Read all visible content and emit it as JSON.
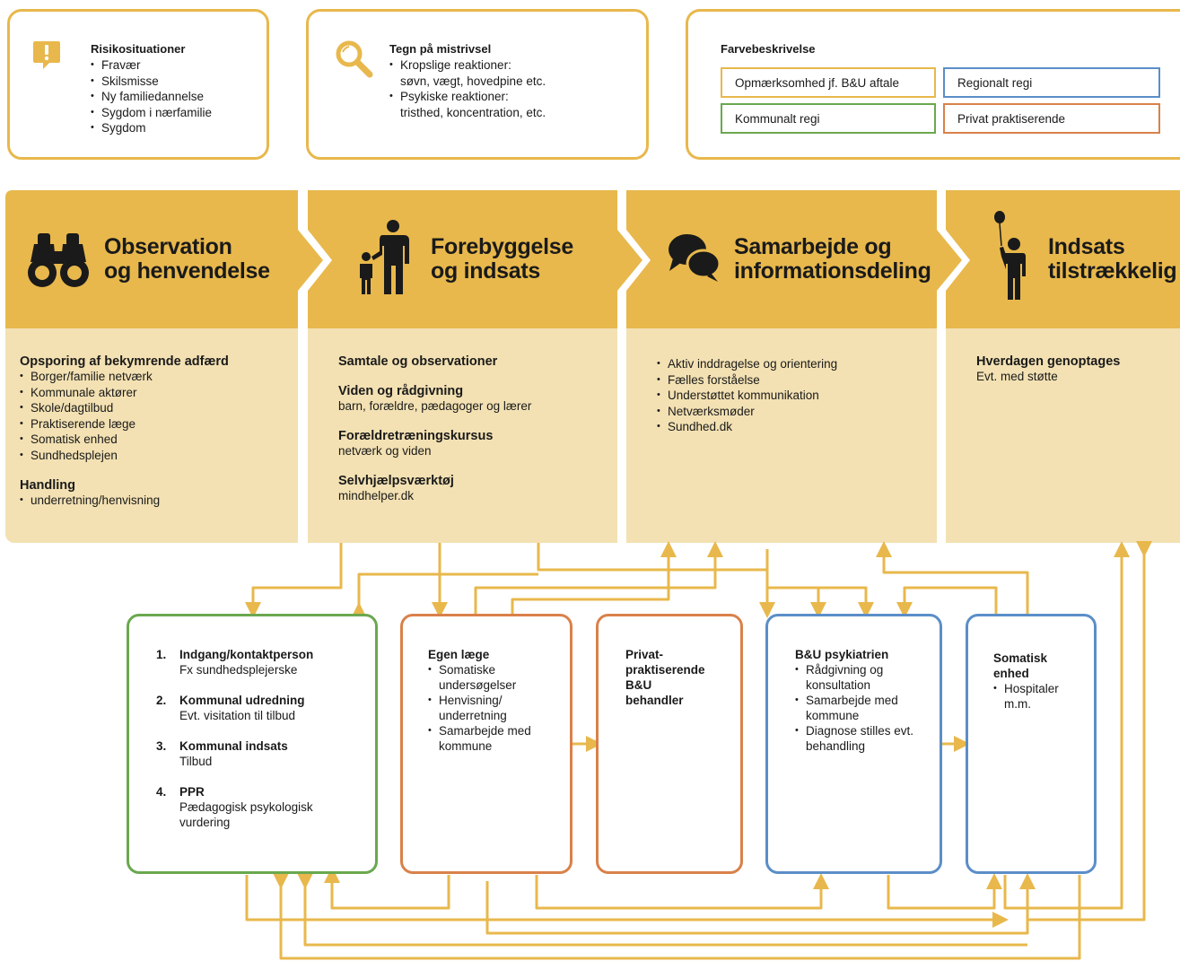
{
  "colors": {
    "accent": "#e8b84c",
    "light": "#f3e1b3",
    "green": "#6aa84f",
    "blue": "#5b8ec8",
    "orange": "#d9814a"
  },
  "risk": {
    "title": "Risikosituationer",
    "items": [
      "Fravær",
      "Skilsmisse",
      "Ny familiedannelse",
      "Sygdom i nærfamilie",
      "Sygdom"
    ],
    "icon": "warning-icon"
  },
  "signs": {
    "title": "Tegn på mistrivsel",
    "items": [
      {
        "label": "Kropslige reaktioner:",
        "detail": "søvn, vægt, hovedpine etc."
      },
      {
        "label": "Psykiske reaktioner:",
        "detail": "tristhed, koncentration, etc."
      }
    ],
    "icon": "magnifier-icon"
  },
  "legend": {
    "title": "Farvebeskrivelse",
    "items": [
      {
        "label": "Opmærksomhed jf. B&U aftale",
        "color": "#e8b84c"
      },
      {
        "label": "Regionalt regi",
        "color": "#5b8ec8"
      },
      {
        "label": "Kommunalt regi",
        "color": "#6aa84f"
      },
      {
        "label": "Privat praktiserende",
        "color": "#d9814a"
      }
    ]
  },
  "stages": [
    {
      "title_line1": "Observation",
      "title_line2": "og henvendelse",
      "icon": "binoculars-icon",
      "h1": "Opsporing af bekymrende adfærd",
      "items1": [
        "Borger/familie netværk",
        "Kommunale aktører",
        "Skole/dagtilbud",
        "Praktiserende læge",
        "Somatisk enhed",
        "Sundhedsplejen"
      ],
      "h2": "Handling",
      "items2": [
        "underretning/henvisning"
      ]
    },
    {
      "title_line1": "Forebyggelse",
      "title_line2": "og indsats",
      "icon": "parent-child-icon",
      "blocks": [
        {
          "h": "Samtale og observationer",
          "p": ""
        },
        {
          "h": "Viden og rådgivning",
          "p": "barn, forældre, pædagoger og lærer"
        },
        {
          "h": "Forældretræningskursus",
          "p": "netværk og viden"
        },
        {
          "h": "Selvhjælpsværktøj",
          "p": "mindhelper.dk"
        }
      ]
    },
    {
      "title_line1": "Samarbejde og",
      "title_line2": "informationsdeling",
      "icon": "speech-bubbles-icon",
      "items": [
        "Aktiv inddragelse og orientering",
        "Fælles forståelse",
        "Understøttet kommunikation",
        "Netværksmøder",
        "Sundhed.dk"
      ]
    },
    {
      "title_line1": "Indsats",
      "title_line2": "tilstrækkelig",
      "icon": "person-balloon-icon",
      "h": "Hverdagen genoptages",
      "p": "Evt. med støtte"
    }
  ],
  "kommune": {
    "items": [
      {
        "n": "1.",
        "t": "Indgang/kontaktperson",
        "d": "Fx sundhedsplejerske"
      },
      {
        "n": "2.",
        "t": "Kommunal udredning",
        "d": "Evt. visitation til tilbud"
      },
      {
        "n": "3.",
        "t": "Kommunal indsats",
        "d": "Tilbud"
      },
      {
        "n": "4.",
        "t": "PPR",
        "d": "Pædagogisk psykologisk vurdering"
      }
    ]
  },
  "laege": {
    "title": "Egen læge",
    "items": [
      "Somatiske undersøgelser",
      "Henvisning/ underretning",
      "Samarbejde med kommune"
    ]
  },
  "privat": {
    "line1": "Privat-",
    "line2": "praktiserende",
    "line3": "B&U",
    "line4": "behandler"
  },
  "psyk": {
    "title": "B&U psykiatrien",
    "items": [
      "Rådgivning og konsultation",
      "Samarbejde med kommune",
      "Diagnose stilles evt. behandling"
    ]
  },
  "somatisk": {
    "title_line1": "Somatisk",
    "title_line2": "enhed",
    "items": [
      "Hospitaler m.m."
    ]
  }
}
